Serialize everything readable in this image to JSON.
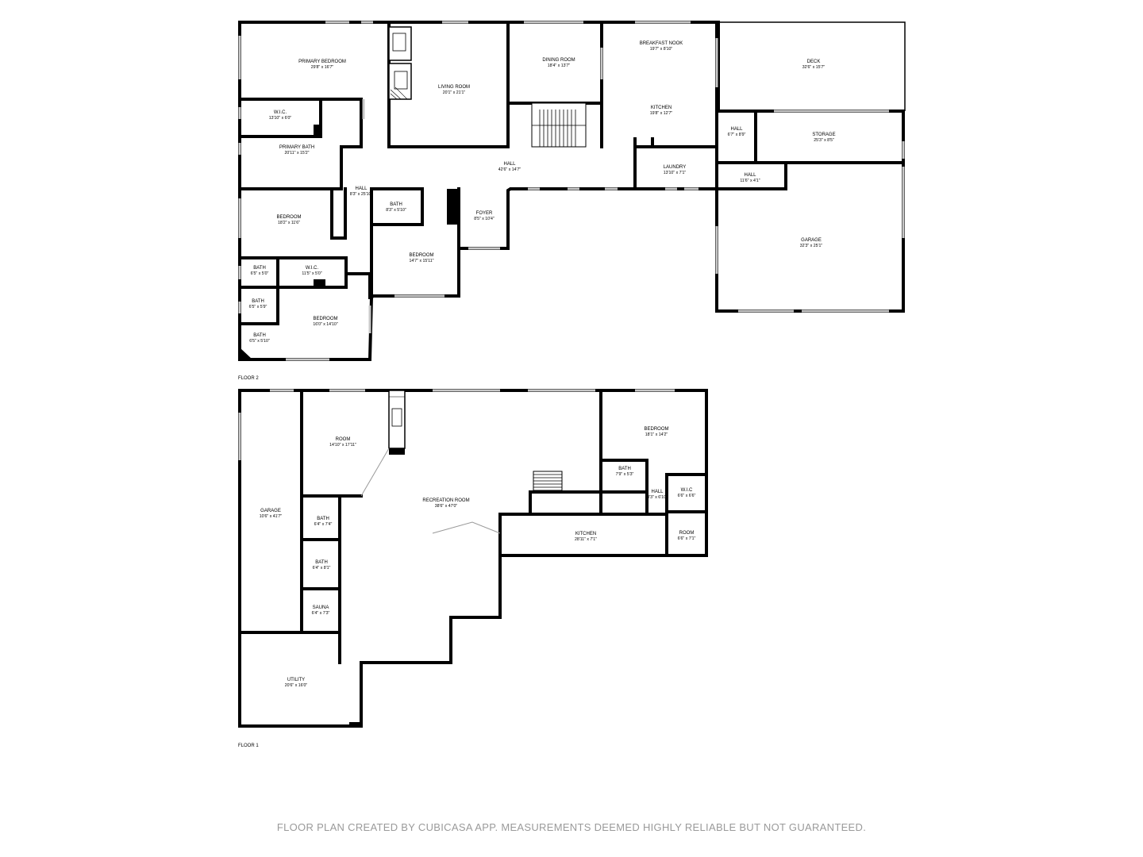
{
  "floor2": {
    "label": "FLOOR 2",
    "rooms": [
      {
        "id": "primary-bedroom",
        "name": "PRIMARY BEDROOM",
        "dim": "29'8\" x 16'7\""
      },
      {
        "id": "living-room",
        "name": "LIVING ROOM",
        "dim": "20'1\" x 21'1\""
      },
      {
        "id": "dining-room",
        "name": "DINING ROOM",
        "dim": "18'4\" x 13'7\""
      },
      {
        "id": "breakfast-nook",
        "name": "BREAKFAST NOOK",
        "dim": "19'7\" x 8'10\""
      },
      {
        "id": "deck",
        "name": "DECK",
        "dim": "32'6\" x 15'7\""
      },
      {
        "id": "wic-1",
        "name": "W.I.C.",
        "dim": "13'10\" x 6'0\""
      },
      {
        "id": "kitchen",
        "name": "KITCHEN",
        "dim": "19'8\" x 12'7\""
      },
      {
        "id": "hall-small",
        "name": "HALL",
        "dim": "6'7\" x 8'9\""
      },
      {
        "id": "storage",
        "name": "STORAGE",
        "dim": "25'3\" x 8'5\""
      },
      {
        "id": "primary-bath",
        "name": "PRIMARY BATH",
        "dim": "20'11\" x 15'2\""
      },
      {
        "id": "hall-main",
        "name": "HALL",
        "dim": "42'6\" x 14'7\""
      },
      {
        "id": "laundry",
        "name": "LAUNDRY",
        "dim": "13'10\" x 7'1\""
      },
      {
        "id": "hall-garage",
        "name": "HALL",
        "dim": "11'6\" x 4'1\""
      },
      {
        "id": "hall-west",
        "name": "HALL",
        "dim": "8'3\" x 25'10\""
      },
      {
        "id": "bath-1",
        "name": "BATH",
        "dim": "8'3\" x 5'10\""
      },
      {
        "id": "foyer",
        "name": "FOYER",
        "dim": "8'5\" x 10'4\""
      },
      {
        "id": "bedroom-1",
        "name": "BEDROOM",
        "dim": "18'2\" x 11'6\""
      },
      {
        "id": "bedroom-2",
        "name": "BEDROOM",
        "dim": "14'7\" x 15'11\""
      },
      {
        "id": "garage-2",
        "name": "GARAGE",
        "dim": "32'3\" x 25'1\""
      },
      {
        "id": "bath-2",
        "name": "BATH",
        "dim": "6'5\" x 5'0\""
      },
      {
        "id": "wic-2",
        "name": "W.I.C.",
        "dim": "11'5\" x 5'0\""
      },
      {
        "id": "bath-3",
        "name": "BATH",
        "dim": "6'5\" x 5'9\""
      },
      {
        "id": "bedroom-3",
        "name": "BEDROOM",
        "dim": "16'0\" x 14'10\""
      },
      {
        "id": "bath-4",
        "name": "BATH",
        "dim": "6'5\" x 5'10\""
      }
    ]
  },
  "floor1": {
    "label": "FLOOR 1",
    "rooms": [
      {
        "id": "room-1",
        "name": "ROOM",
        "dim": "14'10\" x 17'11\""
      },
      {
        "id": "bedroom-f1",
        "name": "BEDROOM",
        "dim": "18'1\" x 14'2\""
      },
      {
        "id": "bath-f1-a",
        "name": "BATH",
        "dim": "7'9\" x 5'3\""
      },
      {
        "id": "garage-1",
        "name": "GARAGE",
        "dim": "10'6\" x 41'7\""
      },
      {
        "id": "recreation",
        "name": "RECREATION ROOM",
        "dim": "38'6\" x 47'0\""
      },
      {
        "id": "hall-f1",
        "name": "HALL",
        "dim": "3'3\" x 6'10\""
      },
      {
        "id": "wic-f1",
        "name": "W.I.C",
        "dim": "6'6\" x 6'6\""
      },
      {
        "id": "bath-f1-b",
        "name": "BATH",
        "dim": "6'4\" x 7'4\""
      },
      {
        "id": "kitchen-f1",
        "name": "KITCHEN",
        "dim": "28'11\" x 7'1\""
      },
      {
        "id": "room-2",
        "name": "ROOM",
        "dim": "6'6\" x 7'1\""
      },
      {
        "id": "bath-f1-c",
        "name": "BATH",
        "dim": "6'4\" x 8'1\""
      },
      {
        "id": "sauna",
        "name": "SAUNA",
        "dim": "6'4\" x 7'3\""
      },
      {
        "id": "utility",
        "name": "UTILITY",
        "dim": "20'6\" x 16'0\""
      }
    ]
  },
  "footer": "FLOOR PLAN CREATED BY CUBICASA APP. MEASUREMENTS DEEMED HIGHLY RELIABLE BUT NOT GUARANTEED."
}
